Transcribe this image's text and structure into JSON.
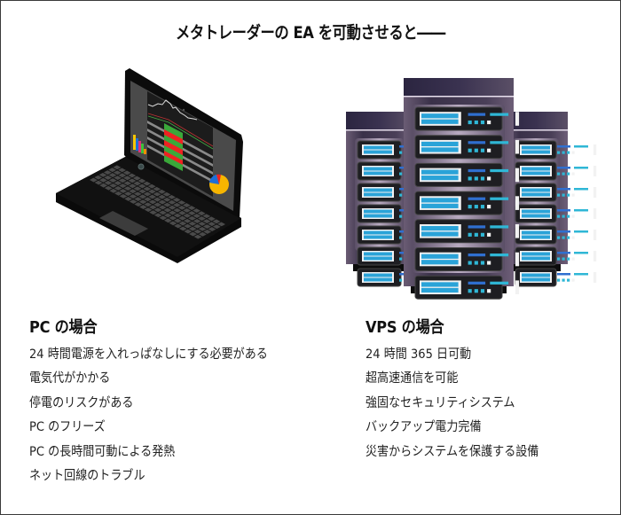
{
  "title": "メタトレーダーの EA を可動させると――",
  "pc": {
    "heading": "PC の場合",
    "items": [
      "24 時間電源を入れっぱなしにする必要がある",
      "電気代がかかる",
      "停電のリスクがある",
      "PC のフリーズ",
      "PC の長時間可動による発熱",
      "ネット回線のトラブル"
    ],
    "illustration": "laptop-icon"
  },
  "vps": {
    "heading": "VPS の場合",
    "items": [
      "24 時間 365 日可動",
      "超高速通信を可能",
      "強固なセキュリティシステム",
      "バックアップ電力完備",
      "災害からシステムを保護する設備"
    ],
    "illustration": "server-rack-icon"
  },
  "colors": {
    "rack_body": "#4a3f55",
    "rack_accent": "#2fb7d6",
    "laptop_body": "#0d0d0d",
    "screen_gray": "#4a4a4a"
  }
}
